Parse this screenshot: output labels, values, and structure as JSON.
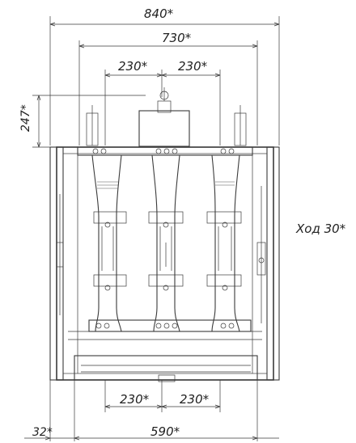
{
  "dimensions": {
    "overall_width": "840*",
    "inner_width": "730*",
    "pole_spacing_top_left": "230*",
    "pole_spacing_top_right": "230*",
    "height_top": "247*",
    "stroke": "Ход 30*",
    "pole_spacing_bottom_left": "230*",
    "pole_spacing_bottom_right": "230*",
    "offset_left": "32*",
    "base_width": "590*"
  },
  "colors": {
    "ink": "#3a3a3a",
    "paper": "#ffffff"
  }
}
